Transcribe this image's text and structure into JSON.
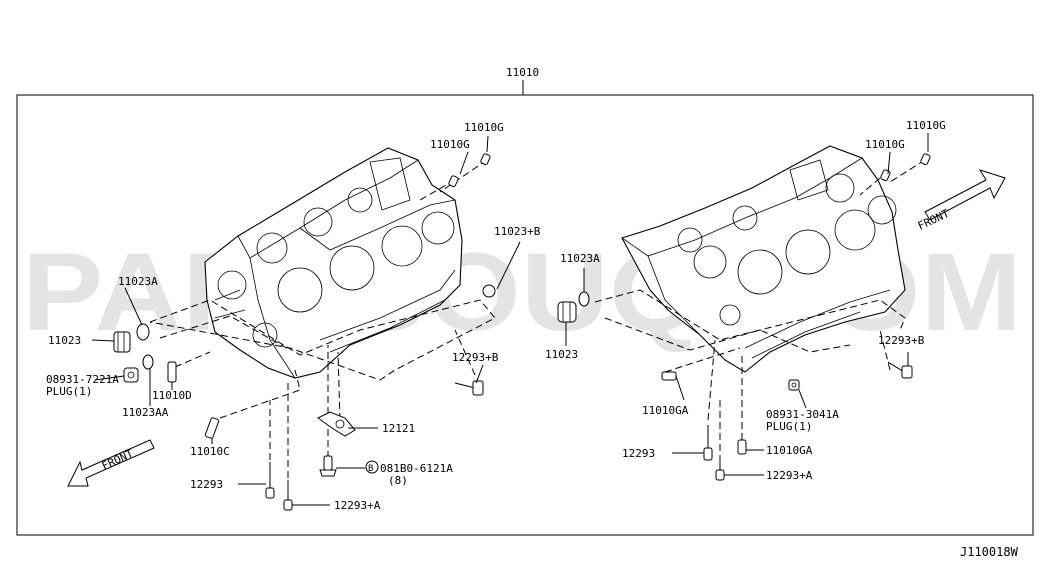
{
  "diagram_id": "J110018W",
  "watermark": "PARTSOUQ.COM",
  "assembly": {
    "number": "11010"
  },
  "labels": {
    "l_11010G_a": "11010G",
    "l_11010G_b": "11010G",
    "l_11010G_c": "11010G",
    "l_11010G_d": "11010G",
    "l_11023B": "11023+B",
    "l_11023A_l": "11023A",
    "l_11023_l": "11023",
    "l_08931_7221A": "08931-7221A",
    "l_plug_1_l": "PLUG(1)",
    "l_11010D": "11010D",
    "l_11023AA": "11023AA",
    "l_11010C": "11010C",
    "l_12293_l": "12293",
    "l_12293A_l": "12293+A",
    "l_12121": "12121",
    "l_081B0_6121A": "081B0-6121A",
    "l_081B0_qty": "(8)",
    "l_081B0_mark": "B",
    "l_12293B_l": "12293+B",
    "l_11023A_r": "11023A",
    "l_11023_r": "11023",
    "l_11010GA_a": "11010GA",
    "l_11010GA_b": "11010GA",
    "l_12293_r": "12293",
    "l_12293A_r": "12293+A",
    "l_08931_3041A": "08931-3041A",
    "l_plug_1_r": "PLUG(1)",
    "l_12293B_r": "12293+B"
  },
  "front_labels": {
    "left": "FRONT",
    "right": "FRONT"
  }
}
